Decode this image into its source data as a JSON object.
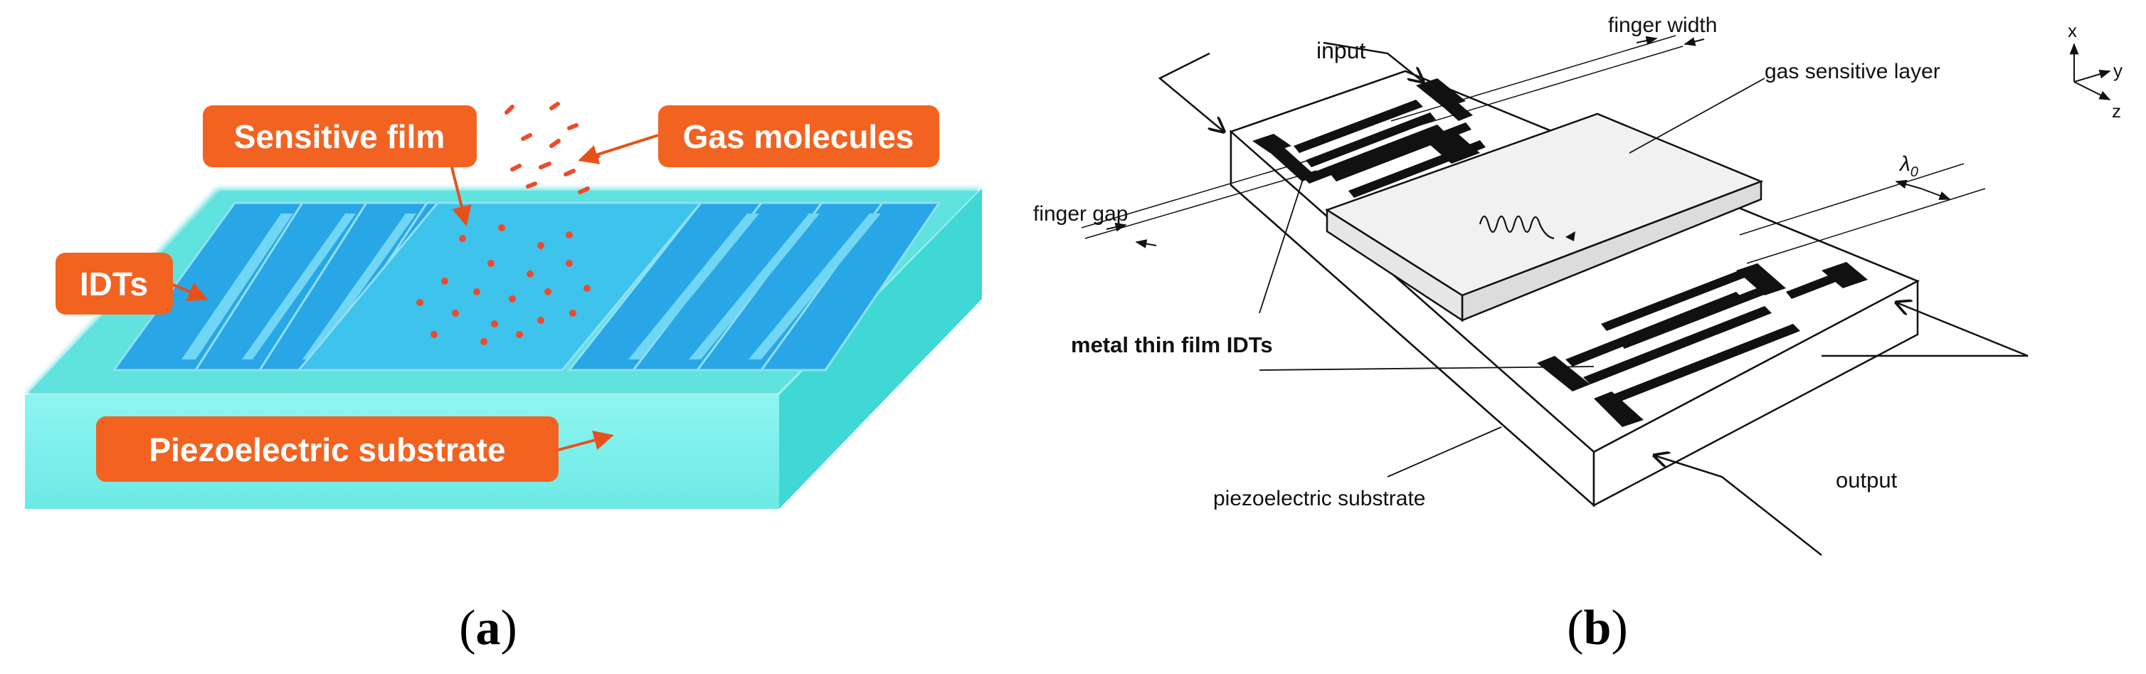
{
  "panel_a": {
    "caption_open": "(",
    "caption_letter": "a",
    "caption_close": ")",
    "labels": {
      "sensitive_film": "Sensitive film",
      "gas_molecules": "Gas molecules",
      "idts": "IDTs",
      "substrate": "Piezoelectric substrate"
    },
    "colors": {
      "tag_fill": "#f26322",
      "arrow": "#e8501a",
      "substrate_top": "#62e3e0",
      "substrate_front": "#7ef2ee",
      "substrate_side": "#3fd8d4",
      "electrode": "#29a6e6",
      "film": "#3ec3ec",
      "dots": "#f04a2a"
    }
  },
  "panel_b": {
    "caption_open": "(",
    "caption_letter": "b",
    "caption_close": ")",
    "labels": {
      "input": "input",
      "finger_width": "finger width",
      "gas_sensitive_layer": "gas sensitive layer",
      "lambda": "λ",
      "lambda_sub": "0",
      "finger_gap": "finger gap",
      "metal_idts": "metal thin film IDTs",
      "substrate": "piezoelectric substrate",
      "output": "output"
    },
    "axes": {
      "x": "x",
      "y": "y",
      "z": "z"
    }
  }
}
